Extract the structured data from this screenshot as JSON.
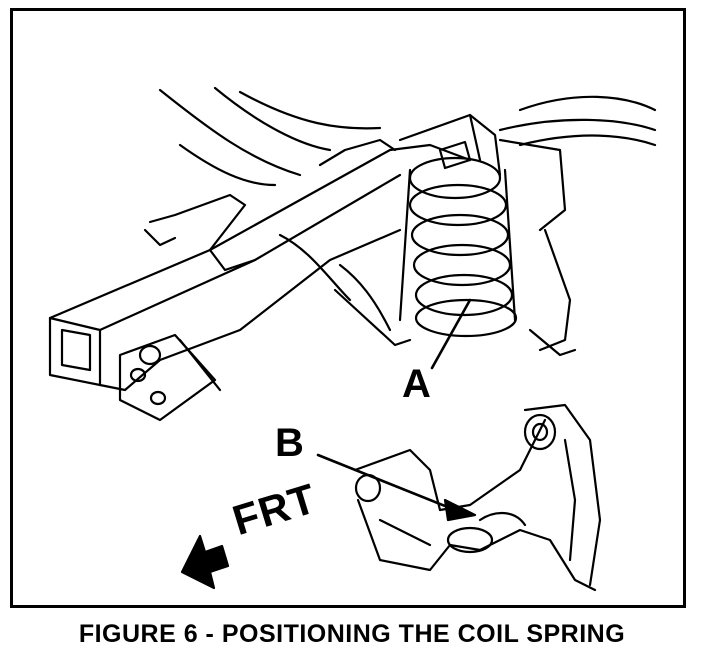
{
  "figure": {
    "caption": "FIGURE 6 - POSITIONING THE COIL SPRING",
    "labels": {
      "a": "A",
      "b": "B",
      "front": "FRT"
    }
  }
}
